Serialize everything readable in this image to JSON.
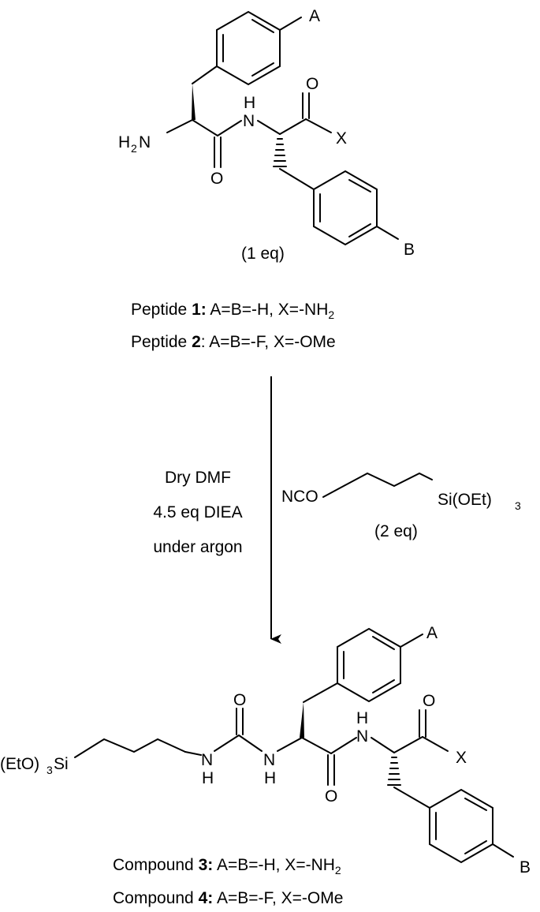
{
  "reactant": {
    "substituent_a": "A",
    "substituent_b": "B",
    "substituent_x": "X",
    "amine_h": "H",
    "amine_sub": "2",
    "amine_n": "N",
    "amide_nh_h": "H",
    "amide_nh_n": "N",
    "oxygen_1": "O",
    "oxygen_2": "O",
    "equivalents": "(1 eq)"
  },
  "peptide_labels": [
    {
      "prefix": "Peptide ",
      "number": "1",
      "suffix": ":",
      "text": " A=B=-H, X=-NH",
      "subscript": "2"
    },
    {
      "prefix": "Peptide ",
      "number": "2",
      "suffix": "",
      "text": ": A=B=-F, X=-OMe",
      "subscript": ""
    }
  ],
  "conditions": [
    "Dry DMF",
    "4.5 eq DIEA",
    "under argon"
  ],
  "reagent": {
    "left_label": "NCO",
    "right_label": "Si(OEt)",
    "right_subscript": "3",
    "equivalents": "(2 eq)"
  },
  "product": {
    "silyl_label": "(EtO)",
    "silyl_subscript": "3",
    "silyl_suffix": "Si",
    "urea_nh1_n": "N",
    "urea_nh1_h": "H",
    "urea_o": "O",
    "urea_nh2_n": "N",
    "urea_nh2_h": "H",
    "amide_o": "O",
    "amide_nh_n": "N",
    "amide_nh_h": "H",
    "ester_o": "O",
    "substituent_a": "A",
    "substituent_b": "B",
    "substituent_x": "X"
  },
  "compound_labels": [
    {
      "prefix": "Compound ",
      "number": "3",
      "suffix": ":",
      "text": " A=B=-H, X=-NH",
      "subscript": "2"
    },
    {
      "prefix": "Compound ",
      "number": "4",
      "suffix": ":",
      "text": " A=B=-F, X=-OMe",
      "subscript": ""
    }
  ]
}
